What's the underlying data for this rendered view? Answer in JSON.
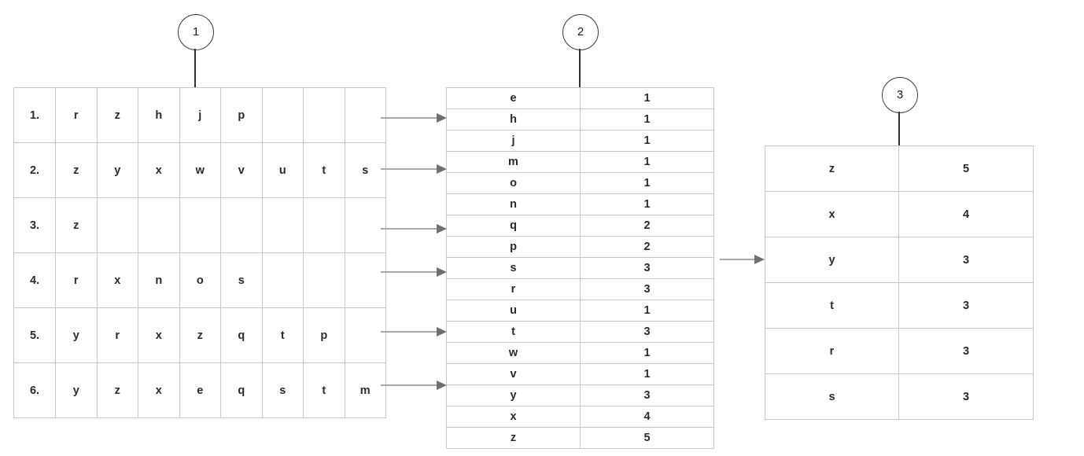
{
  "diagram": {
    "title": "word-frequency-pipeline",
    "colors": {
      "table_border": "#c8c8c8",
      "text": "#2b2b2b",
      "arrow": "#a9a9a9",
      "arrow_head": "#707070",
      "callout_border": "#404040",
      "callout_stem": "#333333",
      "background": "#ffffff"
    }
  },
  "callouts": [
    {
      "label": "1",
      "name": "callout-1"
    },
    {
      "label": "2",
      "name": "callout-2"
    },
    {
      "label": "3",
      "name": "callout-3"
    }
  ],
  "table_one": {
    "name": "input-lines-table",
    "columns": 9,
    "rows": [
      {
        "index": "1.",
        "cells": [
          "r",
          "z",
          "h",
          "j",
          "p",
          "",
          "",
          ""
        ]
      },
      {
        "index": "2.",
        "cells": [
          "z",
          "y",
          "x",
          "w",
          "v",
          "u",
          "t",
          "s"
        ]
      },
      {
        "index": "3.",
        "cells": [
          "z",
          "",
          "",
          "",
          "",
          "",
          "",
          ""
        ]
      },
      {
        "index": "4.",
        "cells": [
          "r",
          "x",
          "n",
          "o",
          "s",
          "",
          "",
          ""
        ]
      },
      {
        "index": "5.",
        "cells": [
          "y",
          "r",
          "x",
          "z",
          "q",
          "t",
          "p",
          ""
        ]
      },
      {
        "index": "6.",
        "cells": [
          "y",
          "z",
          "x",
          "e",
          "q",
          "s",
          "t",
          "m"
        ]
      }
    ]
  },
  "table_two": {
    "name": "all-counts-table",
    "rows": [
      {
        "key": "e",
        "count": "1"
      },
      {
        "key": "h",
        "count": "1"
      },
      {
        "key": "j",
        "count": "1"
      },
      {
        "key": "m",
        "count": "1"
      },
      {
        "key": "o",
        "count": "1"
      },
      {
        "key": "n",
        "count": "1"
      },
      {
        "key": "q",
        "count": "2"
      },
      {
        "key": "p",
        "count": "2"
      },
      {
        "key": "s",
        "count": "3"
      },
      {
        "key": "r",
        "count": "3"
      },
      {
        "key": "u",
        "count": "1"
      },
      {
        "key": "t",
        "count": "3"
      },
      {
        "key": "w",
        "count": "1"
      },
      {
        "key": "v",
        "count": "1"
      },
      {
        "key": "y",
        "count": "3"
      },
      {
        "key": "x",
        "count": "4"
      },
      {
        "key": "z",
        "count": "5"
      }
    ]
  },
  "table_three": {
    "name": "top-counts-table",
    "rows": [
      {
        "key": "z",
        "count": "5"
      },
      {
        "key": "x",
        "count": "4"
      },
      {
        "key": "y",
        "count": "3"
      },
      {
        "key": "t",
        "count": "3"
      },
      {
        "key": "r",
        "count": "3"
      },
      {
        "key": "s",
        "count": "3"
      }
    ]
  },
  "arrows": {
    "stage_one_to_two": [
      {
        "name": "arrow-row-1"
      },
      {
        "name": "arrow-row-2"
      },
      {
        "name": "arrow-row-3"
      },
      {
        "name": "arrow-row-4"
      },
      {
        "name": "arrow-row-5"
      },
      {
        "name": "arrow-row-6"
      }
    ],
    "stage_two_to_three": [
      {
        "name": "arrow-counts-to-top"
      }
    ]
  }
}
